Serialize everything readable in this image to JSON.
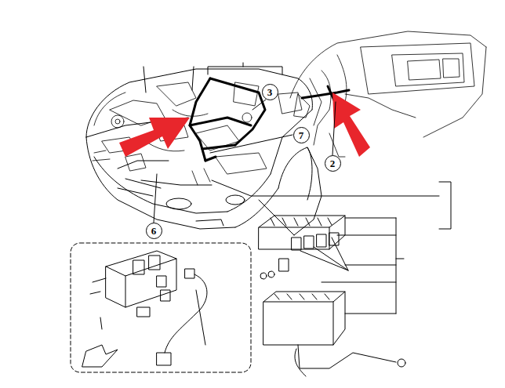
{
  "diagram": {
    "nodes": [
      {
        "text": [
          "3"
        ]
      },
      {
        "text": [
          "7"
        ]
      },
      {
        "text": [
          "2"
        ]
      },
      {
        "text": [
          "6"
        ]
      }
    ]
  }
}
